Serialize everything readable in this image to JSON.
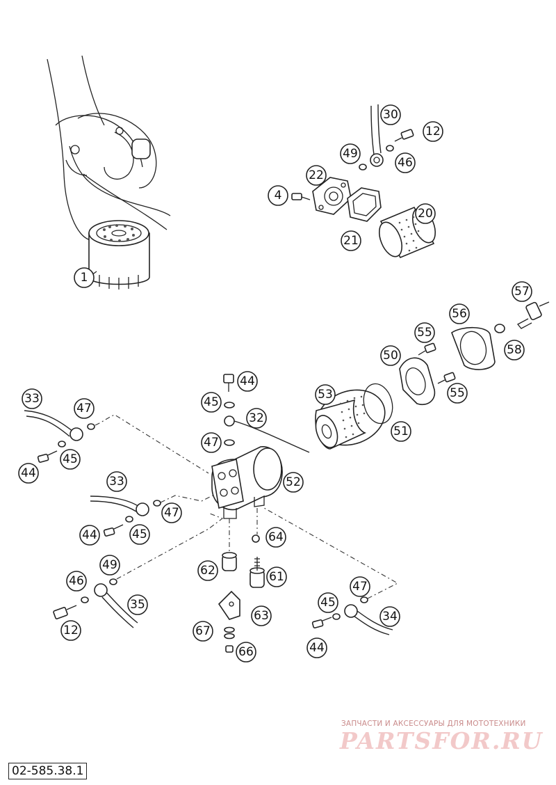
{
  "diagram": {
    "document_number": "02-585.38.1",
    "callouts": {
      "c1": "1",
      "c4": "4",
      "c12a": "12",
      "c12b": "12",
      "c20": "20",
      "c21": "21",
      "c22": "22",
      "c30": "30",
      "c32": "32",
      "c33a": "33",
      "c33b": "33",
      "c34": "34",
      "c35": "35",
      "c44a": "44",
      "c44b": "44",
      "c44c": "44",
      "c44d": "44",
      "c45a": "45",
      "c45b": "45",
      "c45c": "45",
      "c45d": "45",
      "c46a": "46",
      "c46b": "46",
      "c47a": "47",
      "c47b": "47",
      "c47c": "47",
      "c47d": "47",
      "c49a": "49",
      "c49b": "49",
      "c50": "50",
      "c51": "51",
      "c52": "52",
      "c53": "53",
      "c55a": "55",
      "c55b": "55",
      "c56": "56",
      "c57": "57",
      "c58": "58",
      "c61": "61",
      "c62": "62",
      "c63": "63",
      "c64": "64",
      "c66": "66",
      "c67": "67"
    }
  },
  "watermark": {
    "tagline": "ЗАПЧАСТИ И АКСЕССУАРЫ ДЛЯ МОТОТЕХНИКИ",
    "logo": "PARTSFOR.RU"
  }
}
